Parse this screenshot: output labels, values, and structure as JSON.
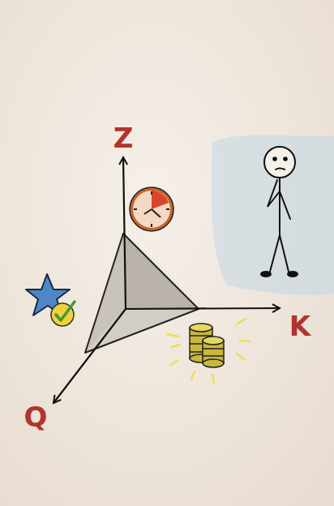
{
  "diagram": {
    "labels": [
      "Z",
      "K",
      "Q"
    ]
  }
}
